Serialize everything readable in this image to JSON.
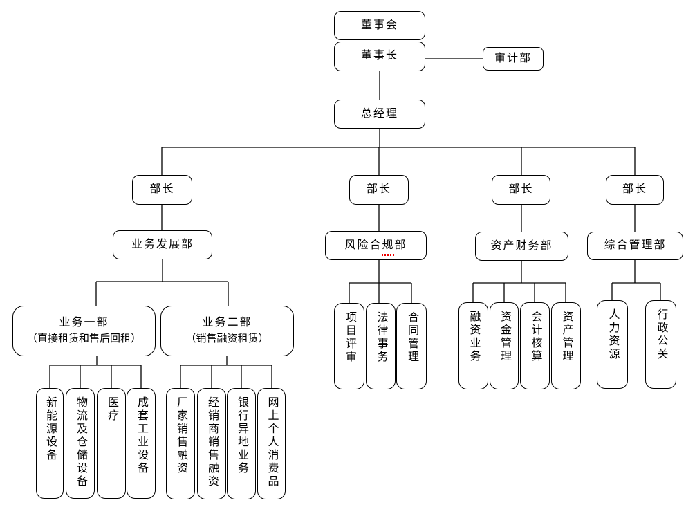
{
  "diagram": {
    "board": "董事会",
    "chairman": "董事长",
    "audit_dept": "审计部",
    "general_manager": "总经理",
    "ministers": [
      "部长",
      "部长",
      "部长",
      "部长"
    ],
    "departments": {
      "business_dev": "业务发展部",
      "risk_compliance": "风险合规部",
      "asset_finance": "资产财务部",
      "general_admin": "综合管理部"
    },
    "business_units": [
      {
        "title": "业务一部",
        "subtitle": "（直接租赁和售后回租）"
      },
      {
        "title": "业务二部",
        "subtitle": "（销售融资租赁）"
      }
    ],
    "unit1_children": [
      "新能源设备",
      "物流及仓储设备",
      "医疗",
      "成套工业设备"
    ],
    "unit2_children": [
      "厂家销售融资",
      "经销商销售融资",
      "银行异地业务",
      "网上个人消费品"
    ],
    "risk_children": [
      "项目评审",
      "法律事务",
      "合同管理"
    ],
    "finance_children": [
      "融资业务",
      "资金管理",
      "会计核算",
      "资产管理"
    ],
    "admin_children": [
      "人力资源",
      "行政公关"
    ]
  },
  "colors": {
    "line": "#000000",
    "box_border": "#000000",
    "background": "#ffffff",
    "spellcheck": "#ee0000"
  }
}
